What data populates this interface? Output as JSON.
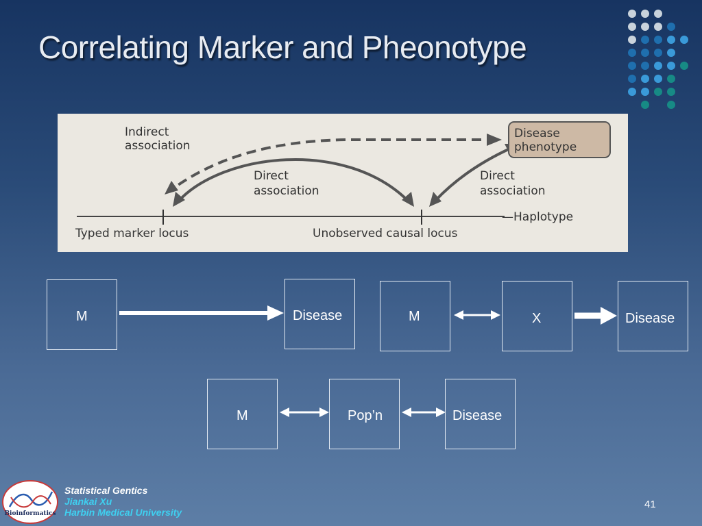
{
  "slide": {
    "title": "Correlating Marker and Pheonotype",
    "number": "41"
  },
  "figure": {
    "indirect_line1": "Indirect",
    "indirect_line2": "association",
    "direct_left_line1": "Direct",
    "direct_left_line2": "association",
    "direct_right_line1": "Direct",
    "direct_right_line2": "association",
    "phenotype_line1": "Disease",
    "phenotype_line2": "phenotype",
    "haplotype": "Haplotype",
    "typed_marker": "Typed marker locus",
    "unobserved_causal": "Unobserved causal locus"
  },
  "row1_left": {
    "m": "M",
    "disease": "Disease"
  },
  "row1_right": {
    "m": "M",
    "x": "X",
    "disease": "Disease"
  },
  "row2": {
    "m": "M",
    "popn": "Pop’n",
    "disease": "Disease"
  },
  "footer": {
    "course": "Statistical Gentics",
    "author": "Jiankai Xu",
    "university": "Harbin Medical University",
    "logo_text": "Bioinformatics"
  },
  "colors": {
    "dot_light": "#c9d3dc",
    "dot_blue": "#3a9ad9",
    "dot_mid": "#1f6fae",
    "dot_teal": "#178a85"
  }
}
